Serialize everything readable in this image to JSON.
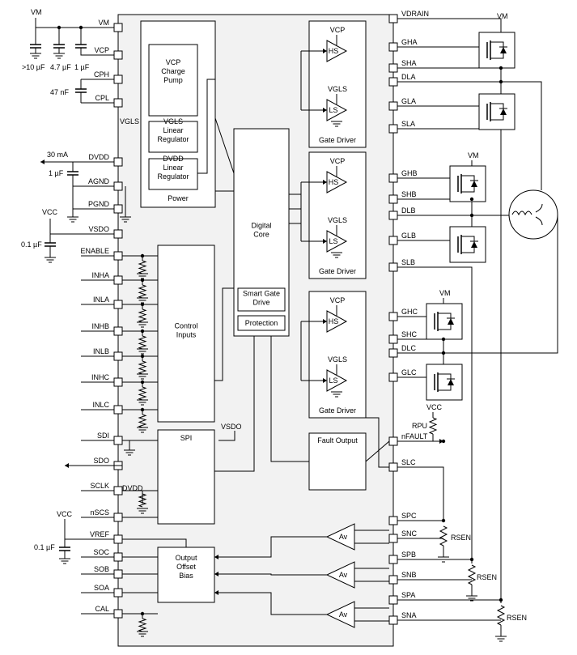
{
  "left_pins": [
    "VM",
    "VCP",
    "CPH",
    "CPL",
    "VGLS",
    "DVDD",
    "AGND",
    "PGND",
    "VSDO",
    "ENABLE",
    "INHA",
    "INLA",
    "INHB",
    "INLB",
    "INHC",
    "INLC",
    "SDI",
    "SDO",
    "SCLK",
    "nSCS",
    "VREF",
    "SOC",
    "SOB",
    "SOA",
    "CAL"
  ],
  "right_pins": [
    "VDRAIN",
    "GHA",
    "SHA",
    "DLA",
    "GLA",
    "SLA",
    "GHB",
    "SHB",
    "DLB",
    "GLB",
    "SLB",
    "GHC",
    "SHC",
    "DLC",
    "GLC",
    "nFAULT",
    "SLC",
    "SPC",
    "SNC",
    "SPB",
    "SNB",
    "SPA",
    "SNA"
  ],
  "blocks": {
    "charge_pump": "VCP\nCharge\nPump",
    "vgls_reg": "VGLS\nLinear\nRegulator",
    "dvdd_reg": "DVDD\nLinear\nRegulator",
    "power": "Power",
    "digital_core": "Digital\nCore",
    "smart_gate": "Smart Gate\nDrive",
    "protection": "Protection",
    "control_inputs": "Control\nInputs",
    "spi": "SPI",
    "offset_bias": "Output\nOffset\nBias",
    "fault_output": "Fault Output",
    "gate_driver": "Gate Driver",
    "hs": "HS",
    "ls": "LS",
    "av": "Av"
  },
  "labels": {
    "vm": "VM",
    "vcp": "VCP",
    "vgls": "VGLS",
    "vcc": "VCC",
    "vsdo": "VSDO",
    "dvdd": "DVDD",
    "rpu": "RPU",
    "rsen": "RSEN",
    "c10": ">10 µF",
    "c47": "4.7 µF",
    "c1": "1 µF",
    "c47n": "47 nF",
    "ma30": "30 mA",
    "c1u": "1 µF",
    "c01a": "0.1 µF",
    "c01b": "0.1 µF"
  },
  "colors": {
    "chip_fill": "#f2f2f2",
    "line": "#000000"
  }
}
